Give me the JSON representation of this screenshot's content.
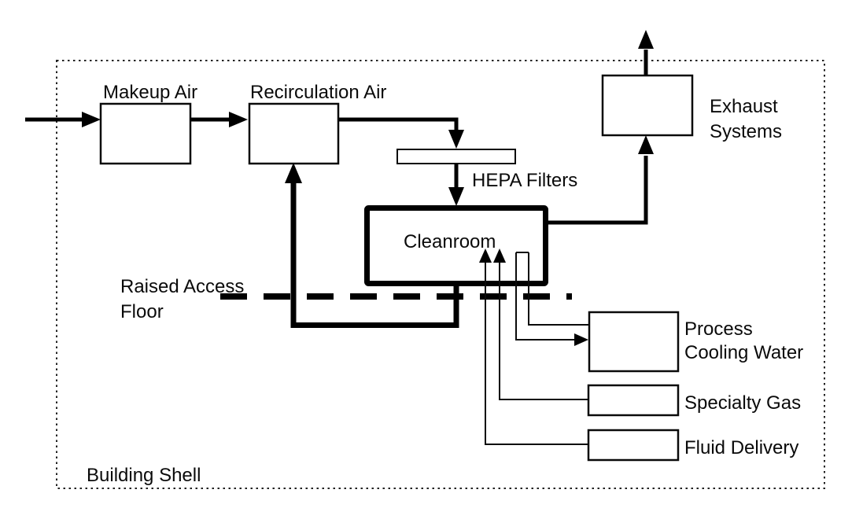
{
  "colors": {
    "ink": "#000000",
    "background": "#ffffff"
  },
  "labels": {
    "makeup_air": "Makeup Air",
    "recirculation_air": "Recirculation Air",
    "hepa_filters": "HEPA Filters",
    "cleanroom": "Cleanroom",
    "exhaust_systems": [
      "Exhaust",
      "Systems"
    ],
    "raised_access_floor": [
      "Raised Access",
      "Floor"
    ],
    "process_cooling_water": [
      "Process",
      "Cooling Water"
    ],
    "specialty_gas": "Specialty Gas",
    "fluid_delivery": "Fluid Delivery",
    "building_shell": "Building Shell"
  }
}
